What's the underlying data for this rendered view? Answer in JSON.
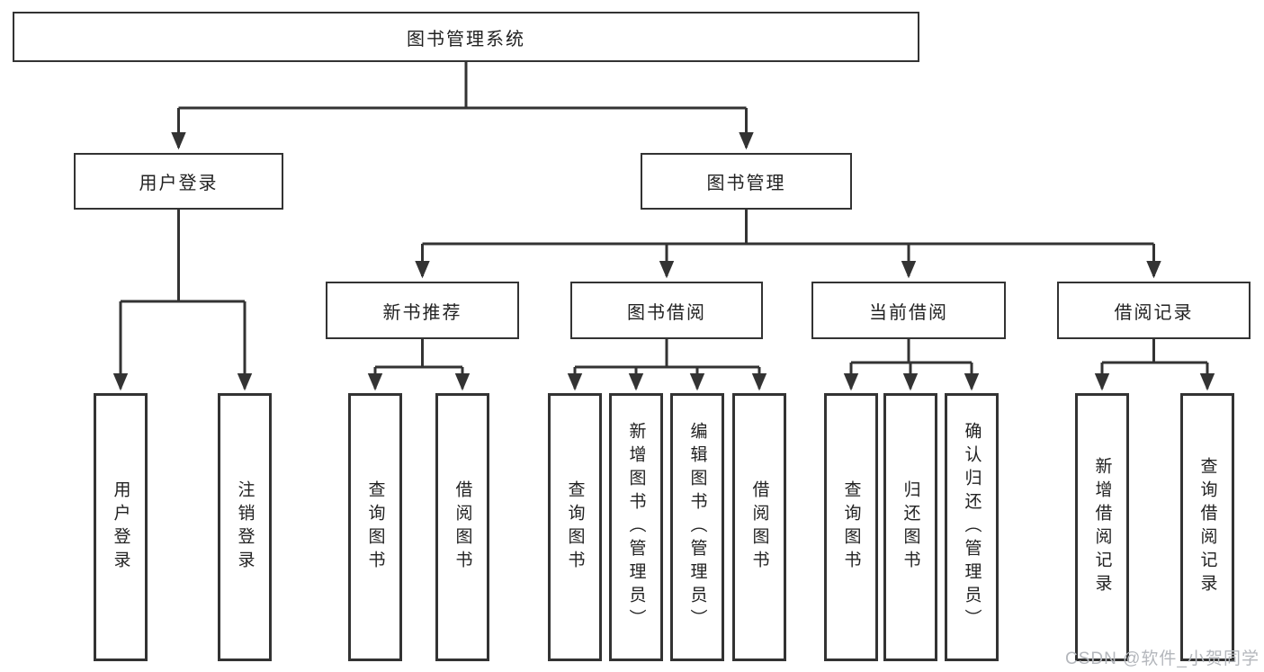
{
  "diagram": {
    "root": {
      "label": "图书管理系统"
    },
    "branches": [
      {
        "label": "用户登录",
        "children": [
          {
            "label": "用户登录"
          },
          {
            "label": "注销登录"
          }
        ]
      },
      {
        "label": "图书管理",
        "children": [
          {
            "label": "新书推荐",
            "children": [
              {
                "label": "查询图书"
              },
              {
                "label": "借阅图书"
              }
            ]
          },
          {
            "label": "图书借阅",
            "children": [
              {
                "label": "查询图书"
              },
              {
                "label": "新增图书（管理员）"
              },
              {
                "label": "编辑图书（管理员）"
              },
              {
                "label": "借阅图书"
              }
            ]
          },
          {
            "label": "当前借阅",
            "children": [
              {
                "label": "查询图书"
              },
              {
                "label": "归还图书"
              },
              {
                "label": "确认归还（管理员）"
              }
            ]
          },
          {
            "label": "借阅记录",
            "children": [
              {
                "label": "新增借阅记录"
              },
              {
                "label": "查询借阅记录"
              }
            ]
          }
        ]
      }
    ]
  },
  "watermark": {
    "text": "CSDN @软件_小贺同学"
  },
  "colors": {
    "line": "#333333",
    "text": "#222222",
    "watermark": "#b4b7bc",
    "background": "#ffffff"
  }
}
